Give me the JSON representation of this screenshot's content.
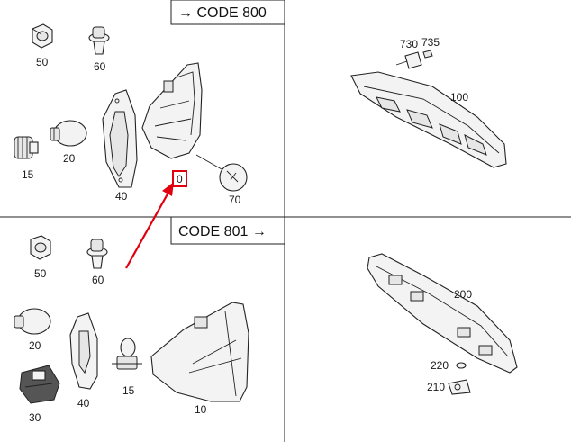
{
  "codes": {
    "top": "→ CODE 800",
    "bottom": "CODE 801 →"
  },
  "labels": {
    "p50a": "50",
    "p60a": "60",
    "p15a": "15",
    "p20a": "20",
    "p40a": "40",
    "p0": "0",
    "p70": "70",
    "p730": "730",
    "p735": "735",
    "p100": "100",
    "p50b": "50",
    "p60b": "60",
    "p20b": "20",
    "p30": "30",
    "p40b": "40",
    "p15b": "15",
    "p10": "10",
    "p200": "200",
    "p220": "220",
    "p210": "210"
  },
  "colors": {
    "line": "#222222",
    "highlight": "#e0000f",
    "background": "#ffffff"
  }
}
